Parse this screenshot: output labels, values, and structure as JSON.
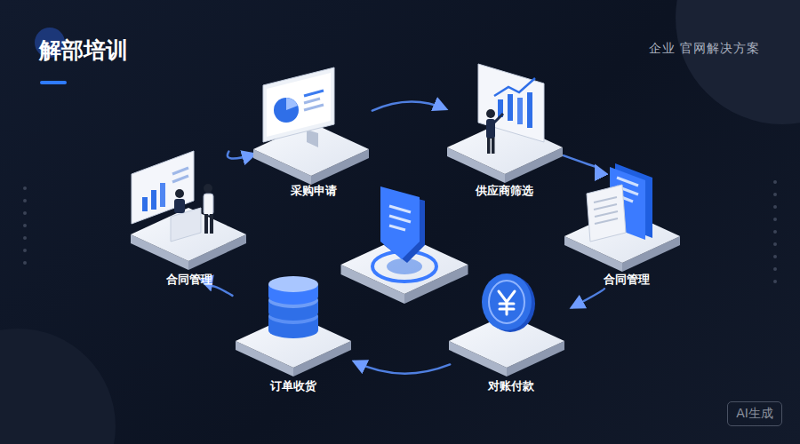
{
  "diagram": {
    "title": "解部培训",
    "nodes": [
      {
        "text": [
          "采购申请"
        ]
      },
      {
        "text": [
          "供应商筛选"
        ]
      },
      {
        "text": [
          "合同管理"
        ]
      },
      {
        "text": [
          "对账付款"
        ]
      },
      {
        "text": [
          "订单收货"
        ]
      },
      {
        "text": [
          "合同管理"
        ]
      }
    ],
    "edges": [
      {
        "from": 0,
        "to": 1,
        "arrow": "to"
      },
      {
        "from": 1,
        "to": 2,
        "arrow": "to"
      },
      {
        "from": 2,
        "to": 3,
        "arrow": "to"
      },
      {
        "from": 3,
        "to": 4,
        "arrow": "to"
      },
      {
        "from": 4,
        "to": 5,
        "arrow": "to"
      },
      {
        "from": 5,
        "to": 0,
        "arrow": "to"
      }
    ],
    "labels": [
      "企业 官网解决方案",
      "AI生成"
    ]
  }
}
